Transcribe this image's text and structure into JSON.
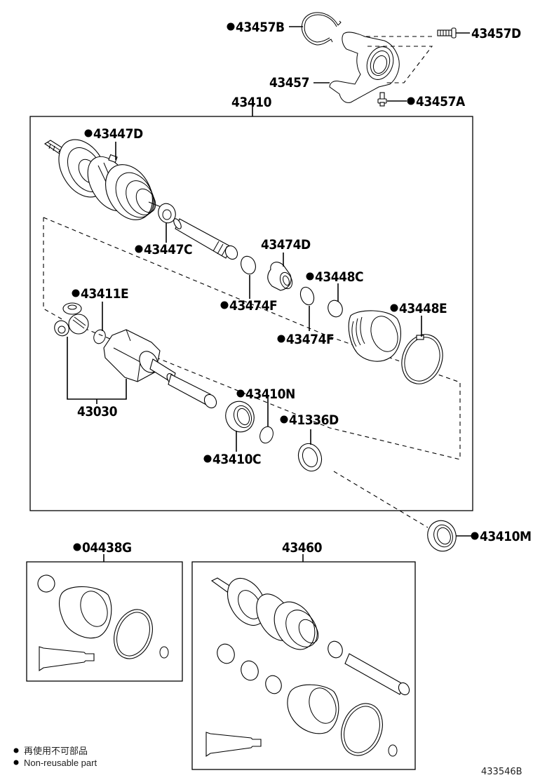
{
  "diagram": {
    "title_code": "433546B",
    "legend": {
      "marker": "●",
      "japanese": "再使用不可部品",
      "english": "Non-reusable part"
    },
    "callouts": [
      {
        "id": "43457B",
        "text": "43457B",
        "non_reusable": true
      },
      {
        "id": "43457D",
        "text": "43457D",
        "non_reusable": false
      },
      {
        "id": "43457",
        "text": "43457",
        "non_reusable": false
      },
      {
        "id": "43457A",
        "text": "43457A",
        "non_reusable": true
      },
      {
        "id": "43410",
        "text": "43410",
        "non_reusable": false
      },
      {
        "id": "43447D",
        "text": "43447D",
        "non_reusable": true
      },
      {
        "id": "43447C",
        "text": "43447C",
        "non_reusable": true
      },
      {
        "id": "43474D",
        "text": "43474D",
        "non_reusable": false
      },
      {
        "id": "43474F_a",
        "text": "43474F",
        "non_reusable": true
      },
      {
        "id": "43448C",
        "text": "43448C",
        "non_reusable": true
      },
      {
        "id": "43448E",
        "text": "43448E",
        "non_reusable": true
      },
      {
        "id": "43474F_b",
        "text": "43474F",
        "non_reusable": true
      },
      {
        "id": "43411E",
        "text": "43411E",
        "non_reusable": true
      },
      {
        "id": "43030",
        "text": "43030",
        "non_reusable": false
      },
      {
        "id": "43410N",
        "text": "43410N",
        "non_reusable": true
      },
      {
        "id": "41336D",
        "text": "41336D",
        "non_reusable": true
      },
      {
        "id": "43410C",
        "text": "43410C",
        "non_reusable": true
      },
      {
        "id": "43410M",
        "text": "43410M",
        "non_reusable": true
      },
      {
        "id": "04438G",
        "text": "04438G",
        "non_reusable": true
      },
      {
        "id": "43460",
        "text": "43460",
        "non_reusable": false
      }
    ]
  }
}
